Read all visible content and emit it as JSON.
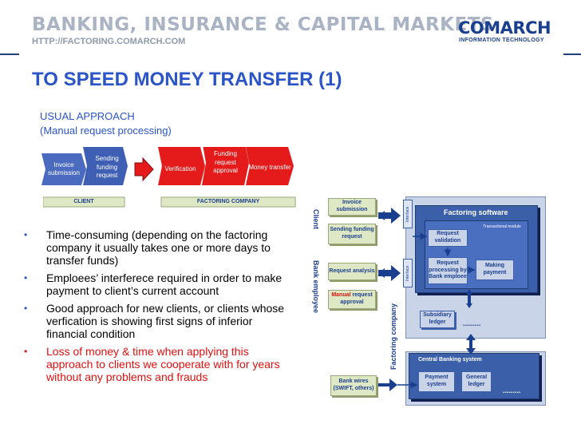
{
  "header": {
    "title": "BANKING, INSURANCE & CAPITAL MARKETS",
    "url": "HTTP://FACTORING.COMARCH.COM",
    "logo": "COMARCH",
    "logo_sub": "INFORMATION TECHNOLOGY"
  },
  "slide": {
    "title": "TO SPEED MONEY TRANSFER (1)",
    "subtitle_line1": "USUAL APPROACH",
    "subtitle_line2": "(Manual request processing)"
  },
  "process": {
    "client_steps": [
      "Invoice submission",
      "Sending funding request"
    ],
    "factoring_steps": [
      "Verification",
      "Funding request approval",
      "Money transfer"
    ],
    "client_label": "CLIENT",
    "factoring_label": "FACTORING COMPANY"
  },
  "bullets": [
    {
      "text": "Time-consuming (depending on the factoring company it usually takes one or more days to transfer funds)",
      "highlight": false
    },
    {
      "text": "Emploees’ interferece required in order to make payment to client’s current account",
      "highlight": false
    },
    {
      "text": "Good approach for new clients, or clients whose verfication is showing first signs of inferior financial condition",
      "highlight": false
    },
    {
      "text": "Loss of money & time when applying this approach to clients we cooperate with for years without any problems and frauds",
      "highlight": true
    }
  ],
  "bullet_symbol": "•",
  "diagram": {
    "side_client": "Client",
    "side_bank_employee": "Bank employee",
    "side_factoring": "Factoring company",
    "left_boxes": [
      "Invoice submission",
      "Sending funding request",
      "Request analysis"
    ],
    "manual_box_red": "Manual",
    "manual_box_rest": " request approval",
    "bank_wires": "Bank wires (SWIFT, others)",
    "interface": "Interface",
    "interface2": "Interface",
    "factoring_software": "Factoring software",
    "transactional_module": "Transactional module",
    "request_validation": "Request validation",
    "request_processing": "Request processing by Bank emploee",
    "making_payment": "Making payment",
    "subsidiary_ledger": "Subsidiary ledger",
    "dots": ".........",
    "central_banking": "Central Banking system",
    "payment_system": "Payment system",
    "general_ledger": "General ledger",
    "dots2": "........."
  },
  "colors": {
    "accent_blue": "#2a54c8",
    "client_chevron": "#4a6bbf",
    "factoring_chevron": "#e51b1b",
    "highlight_red": "#e01010",
    "navy": "#1f3f7f"
  }
}
